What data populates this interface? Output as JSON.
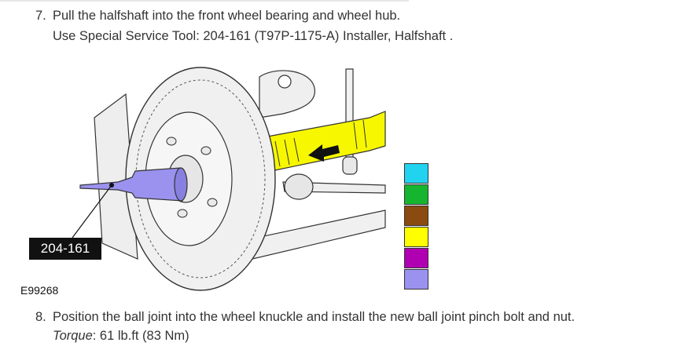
{
  "step7": {
    "number": "7.",
    "line1": "Pull the halfshaft into the front wheel bearing and wheel hub.",
    "line2": "Use Special Service Tool: 204-161 (T97P-1175-A) Installer, Halfshaft ."
  },
  "figure": {
    "callout": "204-161",
    "id": "E99268"
  },
  "legend": {
    "colors": [
      "#22d3f0",
      "#16b52f",
      "#8a4a10",
      "#ffff00",
      "#b100b1",
      "#9a92ee"
    ]
  },
  "step8": {
    "number": "8.",
    "line1": "Position the ball joint into the wheel knuckle and install the new ball joint pinch bolt and nut.",
    "torque_label": "Torque",
    "torque_value": ": 61 lb.ft (83 Nm)"
  }
}
